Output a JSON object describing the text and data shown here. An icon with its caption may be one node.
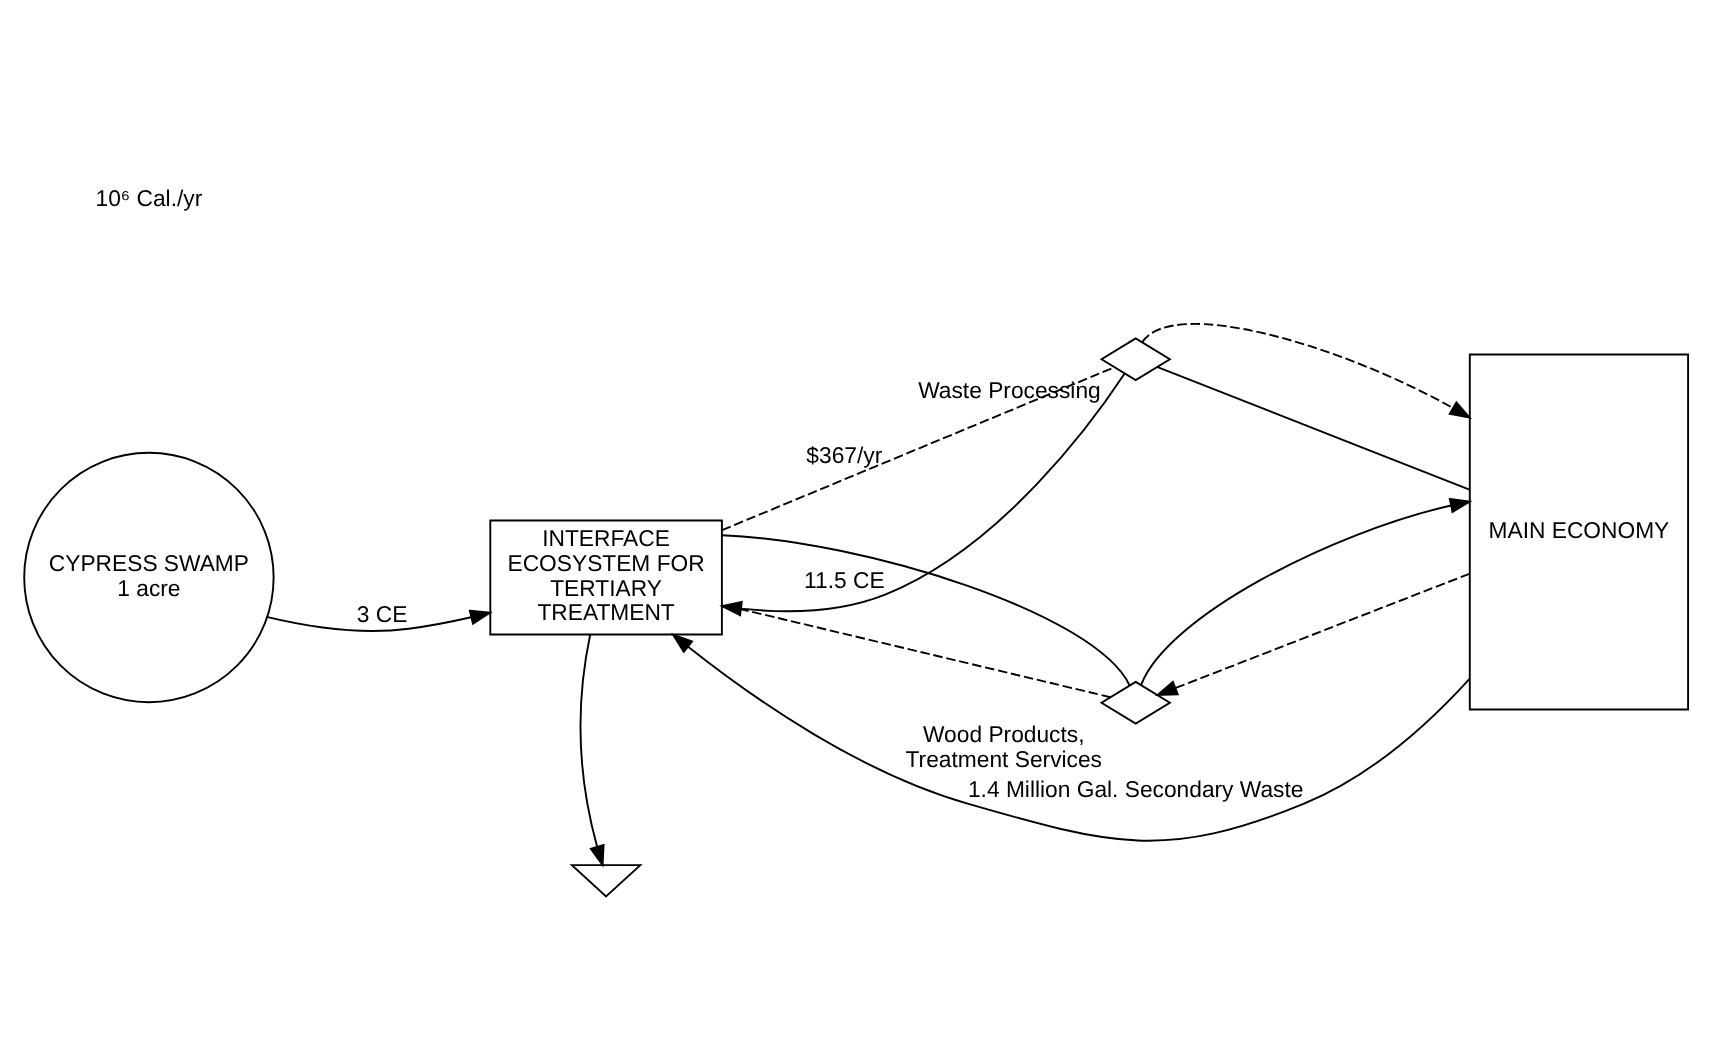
{
  "diagram": {
    "nodes": [
      {
        "text": [
          "CYPRESS SWAMP",
          "1 acre"
        ]
      },
      {
        "text": [
          "INTERFACE ECOSYSTEM FOR TERTIARY TREATMENT"
        ]
      },
      {
        "text": [
          "MAIN ECONOMY"
        ]
      },
      {
        "text": [],
        "shape": "ground"
      },
      {
        "text": [],
        "shape": "diamond",
        "beside": [
          "Waste Processing"
        ]
      },
      {
        "text": [],
        "shape": "diamond",
        "beside": [
          "Wood Products, Treatment Services"
        ]
      }
    ],
    "edges": [
      {
        "from": 0,
        "to": 1,
        "arrow": "to",
        "label": "3 CE"
      },
      {
        "from": 2,
        "to": 4,
        "arrow": "none"
      },
      {
        "from": 4,
        "to": 1,
        "arrow": "to",
        "label": "11.5 CE"
      },
      {
        "from": 1,
        "to": 4,
        "arrow": "none",
        "style": "dashed",
        "label": "$367/yr"
      },
      {
        "from": 4,
        "to": 2,
        "arrow": "to",
        "style": "dashed"
      },
      {
        "from": 2,
        "to": 5,
        "arrow": "to",
        "style": "dashed"
      },
      {
        "from": 5,
        "to": 1,
        "arrow": "none",
        "style": "dashed"
      },
      {
        "from": 1,
        "to": 5,
        "arrow": "none"
      },
      {
        "from": 5,
        "to": 2,
        "arrow": "to"
      },
      {
        "from": 1,
        "to": 3,
        "arrow": "to"
      },
      {
        "from": 2,
        "to": 1,
        "arrow": "to",
        "label": "1.4 Million Gal. Secondary Waste"
      }
    ],
    "labels": [
      "10⁶ Cal./yr"
    ]
  }
}
